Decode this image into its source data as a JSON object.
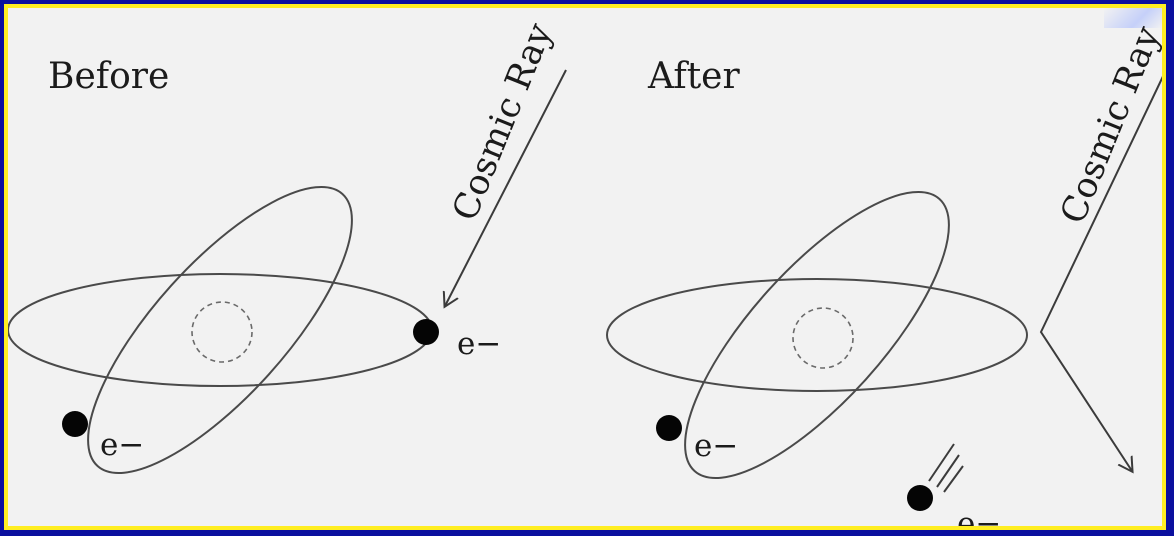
{
  "panels": {
    "before": {
      "title": "Before",
      "ray_label": "Cosmic Ray",
      "electron_label_1": "e−",
      "electron_label_2": "e−"
    },
    "after": {
      "title": "After",
      "ray_label": "Cosmic Ray",
      "electron_label_1": "e−",
      "electron_label_2": "e−"
    }
  },
  "colors": {
    "background": "#f2f2f2",
    "border": "#ffee22",
    "outer": "#0b0f9e"
  }
}
